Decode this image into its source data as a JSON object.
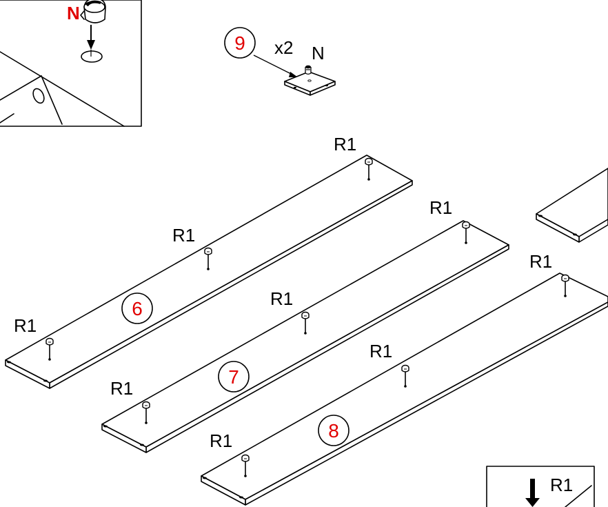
{
  "detail_inset": {
    "part_letter": "N",
    "letter_color": "#e10000"
  },
  "part_9": {
    "number": "9",
    "quantity": "x2",
    "part_letter": "N"
  },
  "panel_6": {
    "number": "6",
    "labels": [
      "R1",
      "R1",
      "R1"
    ]
  },
  "panel_7": {
    "number": "7",
    "labels": [
      "R1",
      "R1",
      "R1"
    ]
  },
  "panel_8": {
    "number": "8",
    "labels": [
      "R1",
      "R1",
      "R1"
    ]
  },
  "legend_inset": {
    "label": "R1"
  },
  "colors": {
    "part_number": "#e10000",
    "ink": "#000000"
  }
}
